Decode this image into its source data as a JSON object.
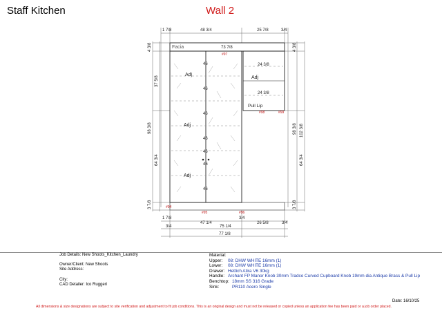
{
  "header": {
    "title": "Staff Kitchen",
    "wall": "Wall 2"
  },
  "drawing": {
    "dims_top": [
      "1 7/8",
      "48 3/4",
      "25 7/8",
      "3/4",
      "73 7/8"
    ],
    "dims_bottom": [
      "1 7/8",
      "3/4",
      "47 1/4",
      "3/4",
      "75 1/4",
      "26 5/8",
      "3/4",
      "77 1/8"
    ],
    "dims_left": [
      "4 3/8",
      "37 5/8",
      "98 3/8",
      "64 3/4",
      "3 7/8"
    ],
    "dims_right": [
      "4 3/8",
      "98 3/8",
      "102 3/8",
      "64 3/4",
      "3 7/8"
    ],
    "fascia_label": "Facia",
    "fascia_width": "73 7/8",
    "panel_tags": [
      "#97",
      "#98",
      "#99",
      "#94",
      "#95",
      "#96"
    ],
    "adj_label": "Adj",
    "shelf_depth_main": "46",
    "shelf_depth_small": "24 3/8",
    "pull_lip_label": "Pull Lip"
  },
  "job": {
    "job_details": "Job Details: New Shoots_Kitchen_Laundry",
    "owner": "Owner/Client: New Shoots",
    "site_address": "Site Address:",
    "city": "City:",
    "detailer": "CAD Detailer: Ico Ruggeri"
  },
  "material": {
    "heading": "Material:",
    "upper_label": "Upper:",
    "upper_value": "08: DHW WHITE 16mm (1)",
    "lower_label": "Lower:",
    "lower_value": "08: DHW WHITE 16mm (1)",
    "drawer_label": "Drawer:",
    "drawer_value": "Hettich Atira V6 30kg",
    "handle_label": "Handle:",
    "handle_value": "Archant FP Manor Knob 30mm Tradco Curved Cupboard Knob 19mm dia Antique Brass & Pull Lip",
    "benchtop_label": "Benchtop:",
    "benchtop_value": "18mm SS 316 Grade",
    "sink_label": "Sink:",
    "sink_value": "PR110 Acero Single"
  },
  "footer": {
    "date": "Date: 16/10/25",
    "disclaimer": "All dimensions & size designations are subject to site verification and adjustment to fit job conditions. This is an original design and must not be released or copied unless an application fee has been paid or a job order placed."
  },
  "colors": {
    "title_wall": "#d01818",
    "tag": "#c01414",
    "spec_value": "#1a3aa8",
    "line": "#222222",
    "dim": "#555555"
  }
}
